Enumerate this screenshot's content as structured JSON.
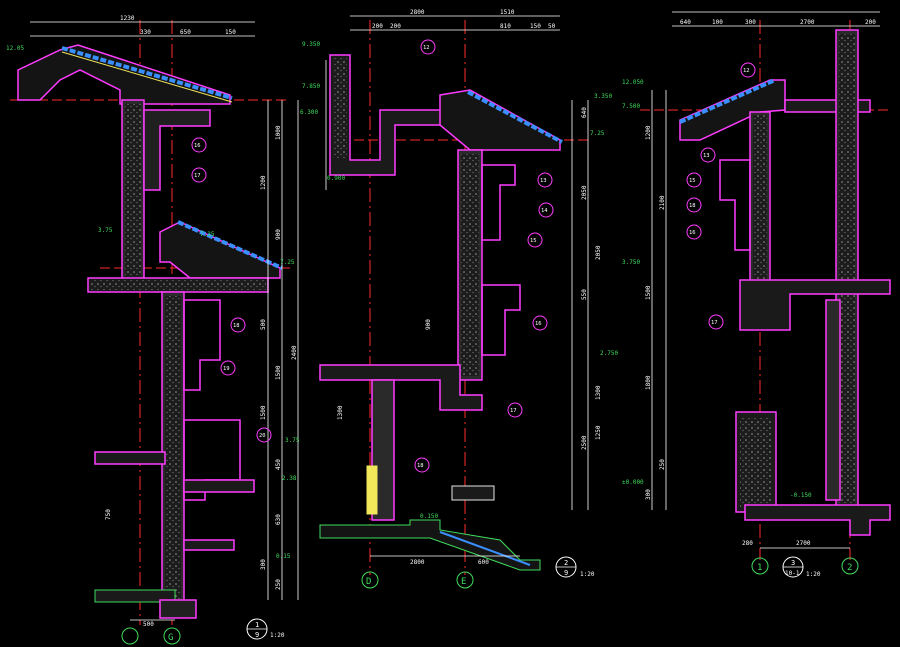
{
  "colors": {
    "background": "#000000",
    "wall_outline": "#ff3cff",
    "wall_fill": "#cfcfcf",
    "dimension": "#ffffff",
    "grid_axis": "#ff2a2a",
    "level_mark": "#3fdc5a",
    "roof_tile": "#3a8fff",
    "leader": "#56e0ff",
    "note_text": "#e6e6e6",
    "gold": "#f2e65a"
  },
  "sections": [
    {
      "id": "section-1",
      "scale_num": "1",
      "scale_den": "9",
      "scale_ratio": "1:20",
      "axis_bubbles": [
        "G"
      ],
      "bottom_dim": "500",
      "top_dims": [
        "1230",
        "330",
        "650",
        "150"
      ],
      "levels": [
        "12.05",
        "7.25",
        "7.25",
        "3.75",
        "3.75",
        "2.38",
        "0.15"
      ],
      "vertical_dims": [
        "1200",
        "1000",
        "900",
        "2400",
        "1500",
        "500",
        "1500",
        "450",
        "750",
        "630",
        "300",
        "250"
      ],
      "detail_refs": [
        "16",
        "17",
        "18",
        "19",
        "20"
      ]
    },
    {
      "id": "section-2",
      "scale_num": "2",
      "scale_den": "9",
      "scale_ratio": "1:20",
      "axis_bubbles": [
        "D",
        "E"
      ],
      "bottom_dims": [
        "2800",
        "600"
      ],
      "top_dims": [
        "2800",
        "1510",
        "200",
        "200",
        "810",
        "150",
        "50"
      ],
      "levels": [
        "9.350",
        "7.850",
        "7.25",
        "6.300",
        "3.350",
        "2.750",
        "0.900",
        "0.150"
      ],
      "vertical_dims": [
        "1300",
        "2050",
        "2050",
        "900",
        "550",
        "1300",
        "2500",
        "1250",
        "640"
      ],
      "detail_refs": [
        "12",
        "13",
        "14",
        "15",
        "16",
        "17",
        "18"
      ]
    },
    {
      "id": "section-3",
      "scale_num": "3",
      "scale_den": "10-1",
      "scale_ratio": "1:20",
      "axis_bubbles": [
        "1",
        "2"
      ],
      "bottom_dims": [
        "280",
        "2700"
      ],
      "top_dims": [
        "640",
        "100",
        "300",
        "2700",
        "200"
      ],
      "levels": [
        "12.050",
        "7.500",
        "3.750",
        "±0.000",
        "-0.150"
      ],
      "vertical_dims": [
        "1200",
        "2100",
        "1500",
        "1800",
        "250",
        "300"
      ],
      "detail_refs": [
        "12",
        "13",
        "15",
        "16",
        "17",
        "18"
      ]
    }
  ]
}
